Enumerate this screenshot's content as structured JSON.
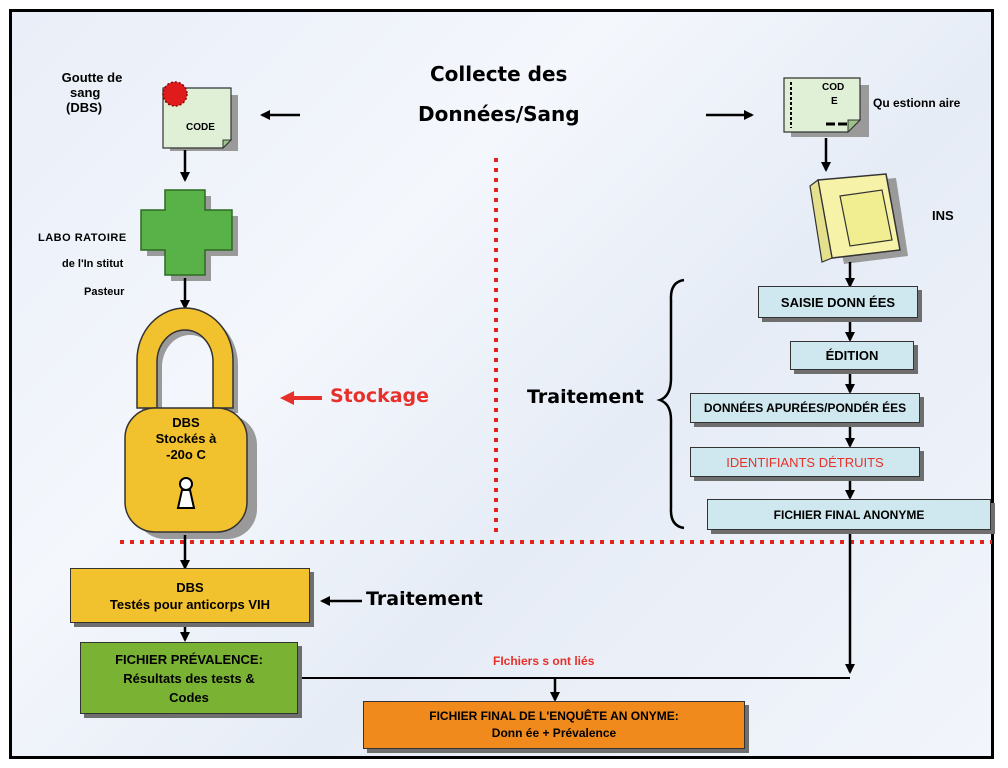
{
  "header": {
    "line1": "Collecte des",
    "line2": "Données/Sang"
  },
  "left": {
    "blood_drop_label_1": "Goutte de",
    "blood_drop_label_2": "sang",
    "blood_drop_label_3": "(DBS)",
    "card_code": "CODE",
    "lab_label_1": "LABO RATOIRE",
    "lab_label_2": "de l'In stitut",
    "lab_label_3": "Pasteur",
    "lock_text_1": "DBS",
    "lock_text_2": "Stockés à",
    "lock_text_3": "-20o C",
    "storage_label": "Stockage"
  },
  "right": {
    "questionnaire_label": "Qu estionn aire",
    "doc_code_1": "COD",
    "doc_code_2": "E",
    "ins_label": "INS",
    "traitement_label": "Traitement",
    "steps": [
      "SAISIE DONN ÉES",
      "ÉDITION",
      "DONNÉES APURÉES/PONDÉR ÉES",
      "IDENTIFIANTS DÉTRUITS",
      "FICHIER  FINAL ANONYME"
    ]
  },
  "bottom": {
    "dbs_test_1": "DBS",
    "dbs_test_2": "Testés pour anticorps VIH",
    "traitement_label": "Traitement",
    "prevalence_1": "FICHIER PRÉVALENCE:",
    "prevalence_2": "Résultats des tests &",
    "prevalence_3": "Codes",
    "linked_label": "FIchiers s ont liés",
    "final_1": "FICHIER FINAL DE L'ENQUÊTE AN ONYME:",
    "final_2": "Donn ée + Prévalence"
  },
  "colors": {
    "gold": "#f2c12e",
    "green": "#7ab234",
    "light_blue": "#cfe8ef",
    "orange": "#f08a1c",
    "red": "#e8302a",
    "dotted_red": "#e0231b"
  }
}
